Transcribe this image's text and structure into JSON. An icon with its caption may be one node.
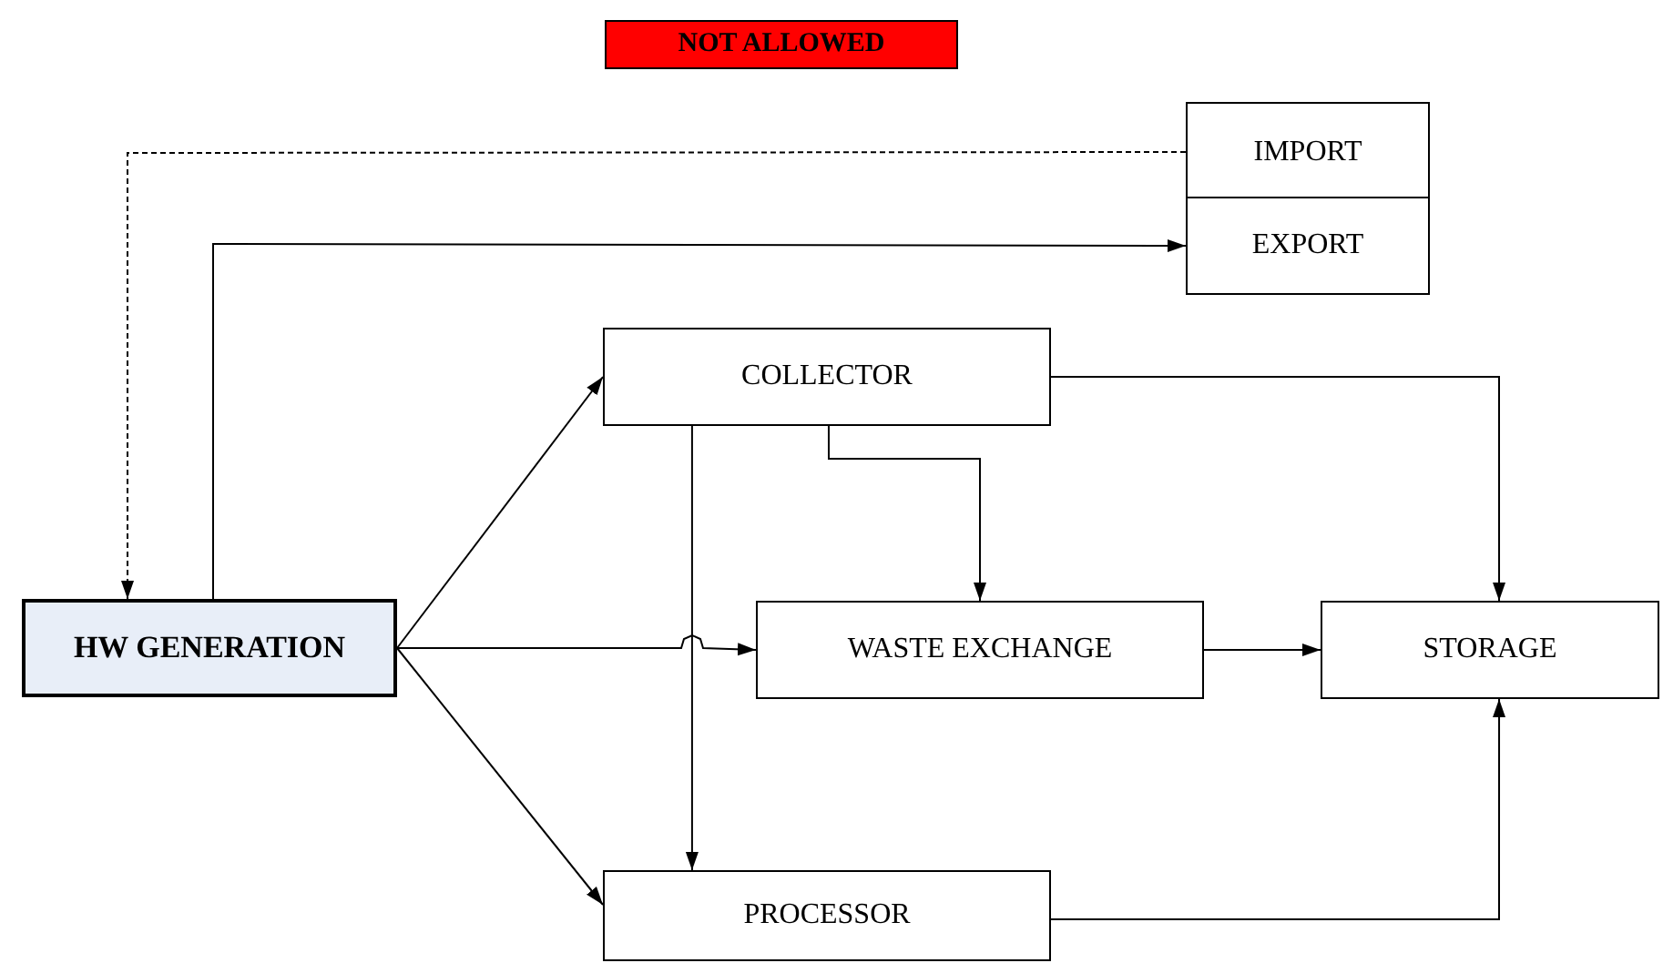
{
  "diagram": {
    "nodes": [
      {
        "text": [
          "NOT ALLOWED"
        ]
      },
      {
        "text": [
          "IMPORT"
        ]
      },
      {
        "text": [
          "EXPORT"
        ]
      },
      {
        "text": [
          "COLLECTOR"
        ]
      },
      {
        "text": [
          "HW GENERATION"
        ]
      },
      {
        "text": [
          "WASTE EXCHANGE"
        ]
      },
      {
        "text": [
          "STORAGE"
        ]
      },
      {
        "text": [
          "PROCESSOR"
        ]
      }
    ],
    "edges": [
      {
        "from": 1,
        "to": 4,
        "arrow": "to",
        "style": "dashed"
      },
      {
        "from": 4,
        "to": 2,
        "arrow": "to"
      },
      {
        "from": 4,
        "to": 3,
        "arrow": "to"
      },
      {
        "from": 4,
        "to": 5,
        "arrow": "to"
      },
      {
        "from": 4,
        "to": 7,
        "arrow": "to"
      },
      {
        "from": 3,
        "to": 6,
        "arrow": "to"
      },
      {
        "from": 3,
        "to": 5,
        "arrow": "to"
      },
      {
        "from": 3,
        "to": 7,
        "arrow": "to"
      },
      {
        "from": 5,
        "to": 6,
        "arrow": "to"
      },
      {
        "from": 7,
        "to": 6,
        "arrow": "to"
      }
    ]
  }
}
